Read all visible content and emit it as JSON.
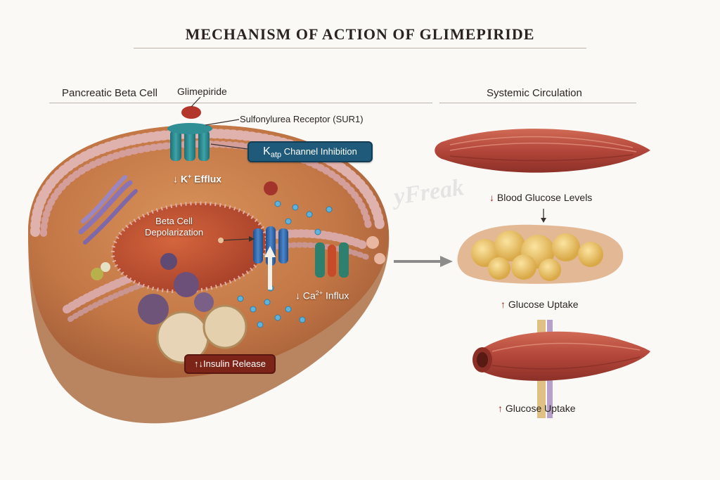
{
  "title": "Mechanism of Action of Glimepiride",
  "sections": {
    "left": "Pancreatic Beta Cell",
    "right": "Systemic Circulation"
  },
  "labels": {
    "glimepiride": "Glimepiride",
    "sur1": "Sulfonylurea Receptor (SUR1)",
    "katp_k": "K",
    "katp_sub": "atp",
    "katp_text": " Channel Inhibition",
    "k_efflux_arrow": "↓",
    "k_efflux_k": "K",
    "k_efflux_sup": "+",
    "k_efflux_text": " Efflux",
    "depolarization_line1": "Beta Cell",
    "depolarization_line2": "Depolarization",
    "ca_arrow": "↓",
    "ca_text": "Ca",
    "ca_sup": "2+",
    "ca_influx": " Influx",
    "insulin_arrows": "↑↓",
    "insulin_text": "Insulin Release",
    "blood_arrow": "↓",
    "blood_text": "Blood Glucose Levels",
    "uptake1_arrow": "↑",
    "uptake1_text": "Glucose Uptake",
    "uptake2_arrow": "↑",
    "uptake2_text": "Glucose Uptake"
  },
  "watermark": "yFreak",
  "colors": {
    "katp_box": "#1f5a7a",
    "insulin_box": "#7d2418",
    "membrane": "#d9a8a5",
    "cell_body": "#c97f4e",
    "muscle": "#b9483a",
    "fat": "#e8c063",
    "accent_red": "#a32016"
  }
}
